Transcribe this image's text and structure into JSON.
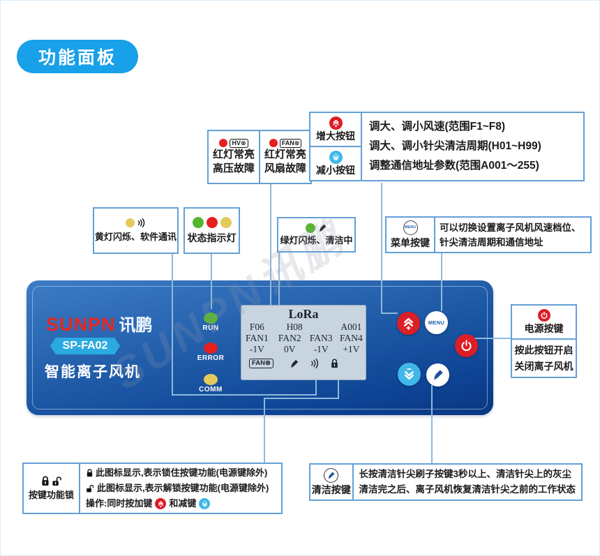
{
  "header": {
    "pill": "功能面板"
  },
  "watermark": "SUNPN讯鹏",
  "boxes": {
    "hv_fault": {
      "badge": "HV⊗",
      "line1": "红灯常亮",
      "line2": "高压故障"
    },
    "fan_fault": {
      "badge": "FAN⊗",
      "line1": "红灯常亮",
      "line2": "风扇故障"
    },
    "adjust": {
      "increase": "增大按钮",
      "decrease": "减小按钮",
      "descs": [
        "调大、调小风速(范围F1~F8)",
        "调大、调小针尖清洁周期(H01~H99)",
        "调整通信地址参数(范围A001～255)"
      ]
    },
    "yellow": {
      "label": "黄灯闪烁、软件通讯"
    },
    "status": {
      "label": "状态指示灯"
    },
    "green": {
      "label": "绿灯闪烁、清洁中"
    },
    "menu": {
      "icon_text": "MENU",
      "label": "菜单按键",
      "descs": [
        "可以切换设置离子风机风速档位、",
        "针尖清洁周期和通信地址"
      ]
    },
    "power": {
      "label": "电源按键",
      "descs": [
        "按此按钮开启",
        "关闭离子风机"
      ]
    },
    "lock": {
      "label": "按键功能锁",
      "desc1": "此图标显示,表示锁住按键功能(电源键除外)",
      "desc2": "此图标显示,表示解锁按键功能(电源键除外)",
      "desc3_a": "操作:同时按加键",
      "desc3_b": "和减键"
    },
    "clean": {
      "label": "清洁按键",
      "descs": [
        "长按清洁针尖刷子按键3秒以上、清洁针尖上的灰尘",
        "清洁完之后、离子风机恢复清洁针尖之前的工作状态"
      ]
    }
  },
  "panel": {
    "brand_en": "SUNPN",
    "brand_cn": "讯鹏",
    "model": "SP-FA02",
    "product": "智能离子风机",
    "leds": {
      "run": "RUN",
      "error": "ERROR",
      "comm": "COMM"
    },
    "menu_button": "MENU",
    "lcd": {
      "title": "LoRa",
      "fan_badge": "FAN⊗",
      "r1": [
        "F06",
        "H08",
        "A001"
      ],
      "r2": [
        "FAN1",
        "FAN2",
        "FAN3",
        "FAN4"
      ],
      "r3": [
        "-1V",
        "0V",
        "-1V",
        "+1V"
      ]
    }
  },
  "colors": {
    "accent_blue": "#18a0e8",
    "box_border": "#63a0d6",
    "connector": "#8fbade",
    "button_red": "#dc1e26",
    "button_light_blue": "#41b7e9",
    "led_green": "#55b52e",
    "led_red": "#e5201e",
    "led_yellow": "#e2cb5a"
  }
}
